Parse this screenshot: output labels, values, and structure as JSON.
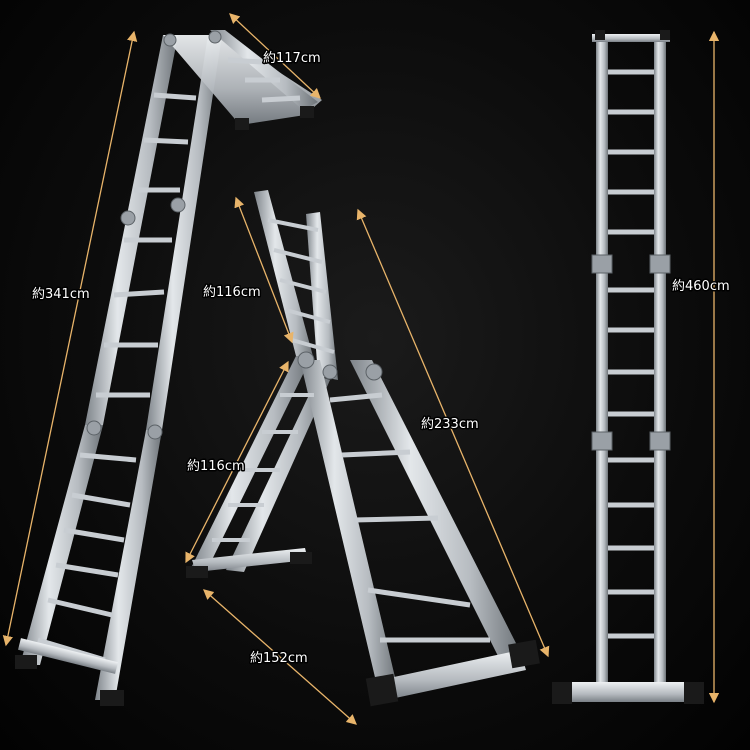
{
  "colors": {
    "background": "#0a0a0a",
    "aluminum": "#c9ced3",
    "aluminum_shadow": "#8b9096",
    "arrow": "#e8b46a",
    "label_text": "#ffffff",
    "foot": "#1a1a1a"
  },
  "dimensions": {
    "top_platform_width": "約117cm",
    "left_ladder_length": "約341cm",
    "a_frame_upper_leg": "約116cm",
    "a_frame_lower_leg": "約116cm",
    "a_frame_total_length": "約233cm",
    "a_frame_base_spread": "約152cm",
    "straight_ladder_length": "約460cm"
  }
}
